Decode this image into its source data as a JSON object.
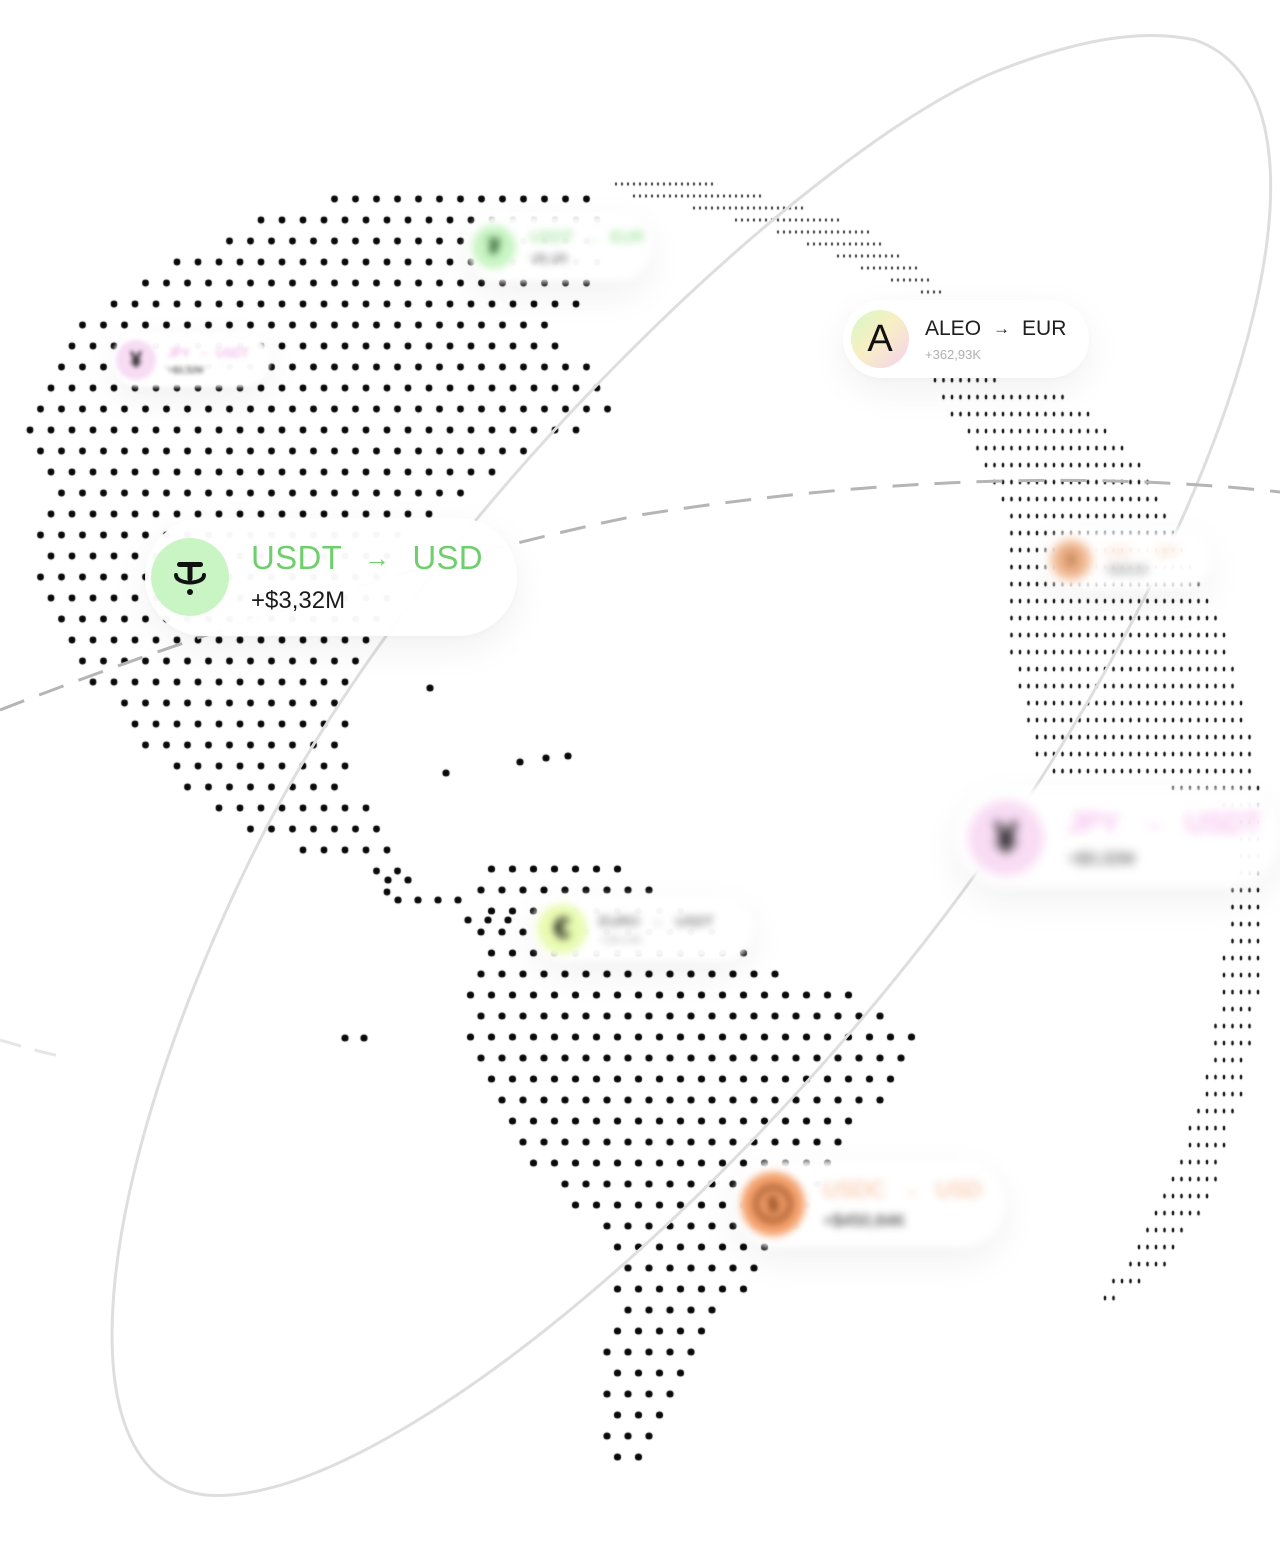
{
  "colors": {
    "dots": "#0a0a0a",
    "orbit_solid": "#e0e0e0",
    "orbit_dashed": "#b8b8b8",
    "usdt_green": "#6fcf6c",
    "jpy_pink": "#f2a4e8",
    "usdc_orange": "#f4a06a"
  },
  "cards": {
    "usdt_usd": {
      "from": "USDT",
      "arrow": "→",
      "to": "USD",
      "amount": "+$3,32M",
      "icon": "tether-icon",
      "glyph": "₮",
      "focus": "sharp"
    },
    "aleo_eur": {
      "from": "ALEO",
      "arrow": "→",
      "to": "EUR",
      "amount": "+362,93K",
      "icon": "aleo-icon",
      "glyph": "A",
      "focus": "sharp"
    },
    "jpy_usdt_small": {
      "from": "JPY",
      "arrow": "→",
      "to": "USDT",
      "amount": "+$3,32M",
      "icon": "yen-icon",
      "glyph": "¥",
      "focus": "slightly-blurred"
    },
    "usdt_eur": {
      "from": "USDT",
      "arrow": "→",
      "to": "EUR",
      "amount": "+$1,2M",
      "icon": "tether-icon",
      "glyph": "₮",
      "focus": "blurred"
    },
    "usd_right": {
      "from": "USD",
      "arrow": "→",
      "to": "JPY",
      "amount": "+$230,6K",
      "icon": "dollar-icon",
      "glyph": "$",
      "focus": "blurred"
    },
    "jpy_usdt_big": {
      "from": "JPY",
      "arrow": "→",
      "to": "USDT",
      "amount": "+$3,32M",
      "icon": "yen-icon",
      "glyph": "¥",
      "focus": "blurred"
    },
    "euro_usdt": {
      "from": "EURO",
      "arrow": "→",
      "to": "USDT",
      "amount": "+256,44K",
      "icon": "euro-icon",
      "glyph": "€",
      "focus": "blurred"
    },
    "usdc_usd": {
      "from": "USDC",
      "arrow": "→",
      "to": "USD",
      "amount": "+$450,84K",
      "icon": "usdc-icon",
      "glyph": "$",
      "focus": "blurred"
    }
  }
}
